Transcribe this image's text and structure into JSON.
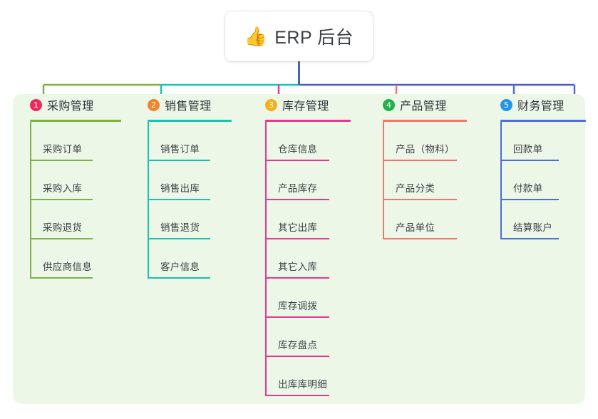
{
  "title_card": {
    "icon": "thumbs-up-icon",
    "icon_glyph": "👍",
    "text": "ERP 后台"
  },
  "palette": {
    "page_background": "#ffffff",
    "panel_background": "#edf7e8",
    "bus_green": "#7cb342",
    "bus_teal": "#19c3b2",
    "bus_blue": "#4a5fc1",
    "text": "#3c4046"
  },
  "bus": {
    "segments": [
      {
        "name": "bus-segment-green",
        "color": "#7cb342"
      },
      {
        "name": "bus-segment-teal",
        "color": "#19c3b2"
      },
      {
        "name": "bus-segment-blue",
        "color": "#4a5fc1"
      }
    ],
    "trunk_color": "#4a5fc1"
  },
  "columns": [
    {
      "number": "1",
      "title": "采购管理",
      "badge_color": "#ec2b5b",
      "line_color": "#7cb342",
      "rule_width": 128,
      "item_rule_width": 88,
      "items": [
        "采购订单",
        "采购入库",
        "采购退货",
        "供应商信息"
      ]
    },
    {
      "number": "2",
      "title": "销售管理",
      "badge_color": "#f0842a",
      "line_color": "#19c3b2",
      "rule_width": 118,
      "item_rule_width": 88,
      "items": [
        "销售订单",
        "销售出库",
        "销售退货",
        "客户信息"
      ]
    },
    {
      "number": "3",
      "title": "库存管理",
      "badge_color": "#f5b01c",
      "line_color": "#e8388f",
      "rule_width": 120,
      "item_rule_width": 90,
      "items": [
        "仓库信息",
        "产品库存",
        "其它出库",
        "其它入库",
        "库存调拨",
        "库存盘点",
        "出库库明细"
      ]
    },
    {
      "number": "4",
      "title": "产品管理",
      "badge_color": "#22b14c",
      "line_color": "#f7736e",
      "rule_width": 118,
      "item_rule_width": 104,
      "items": [
        "产品（物料）",
        "产品分类",
        "产品单位"
      ]
    },
    {
      "number": "5",
      "title": "财务管理",
      "badge_color": "#2196e8",
      "line_color": "#4b6fd4",
      "rule_width": 120,
      "item_rule_width": 82,
      "items": [
        "回款单",
        "付款单",
        "结算账户"
      ]
    }
  ]
}
